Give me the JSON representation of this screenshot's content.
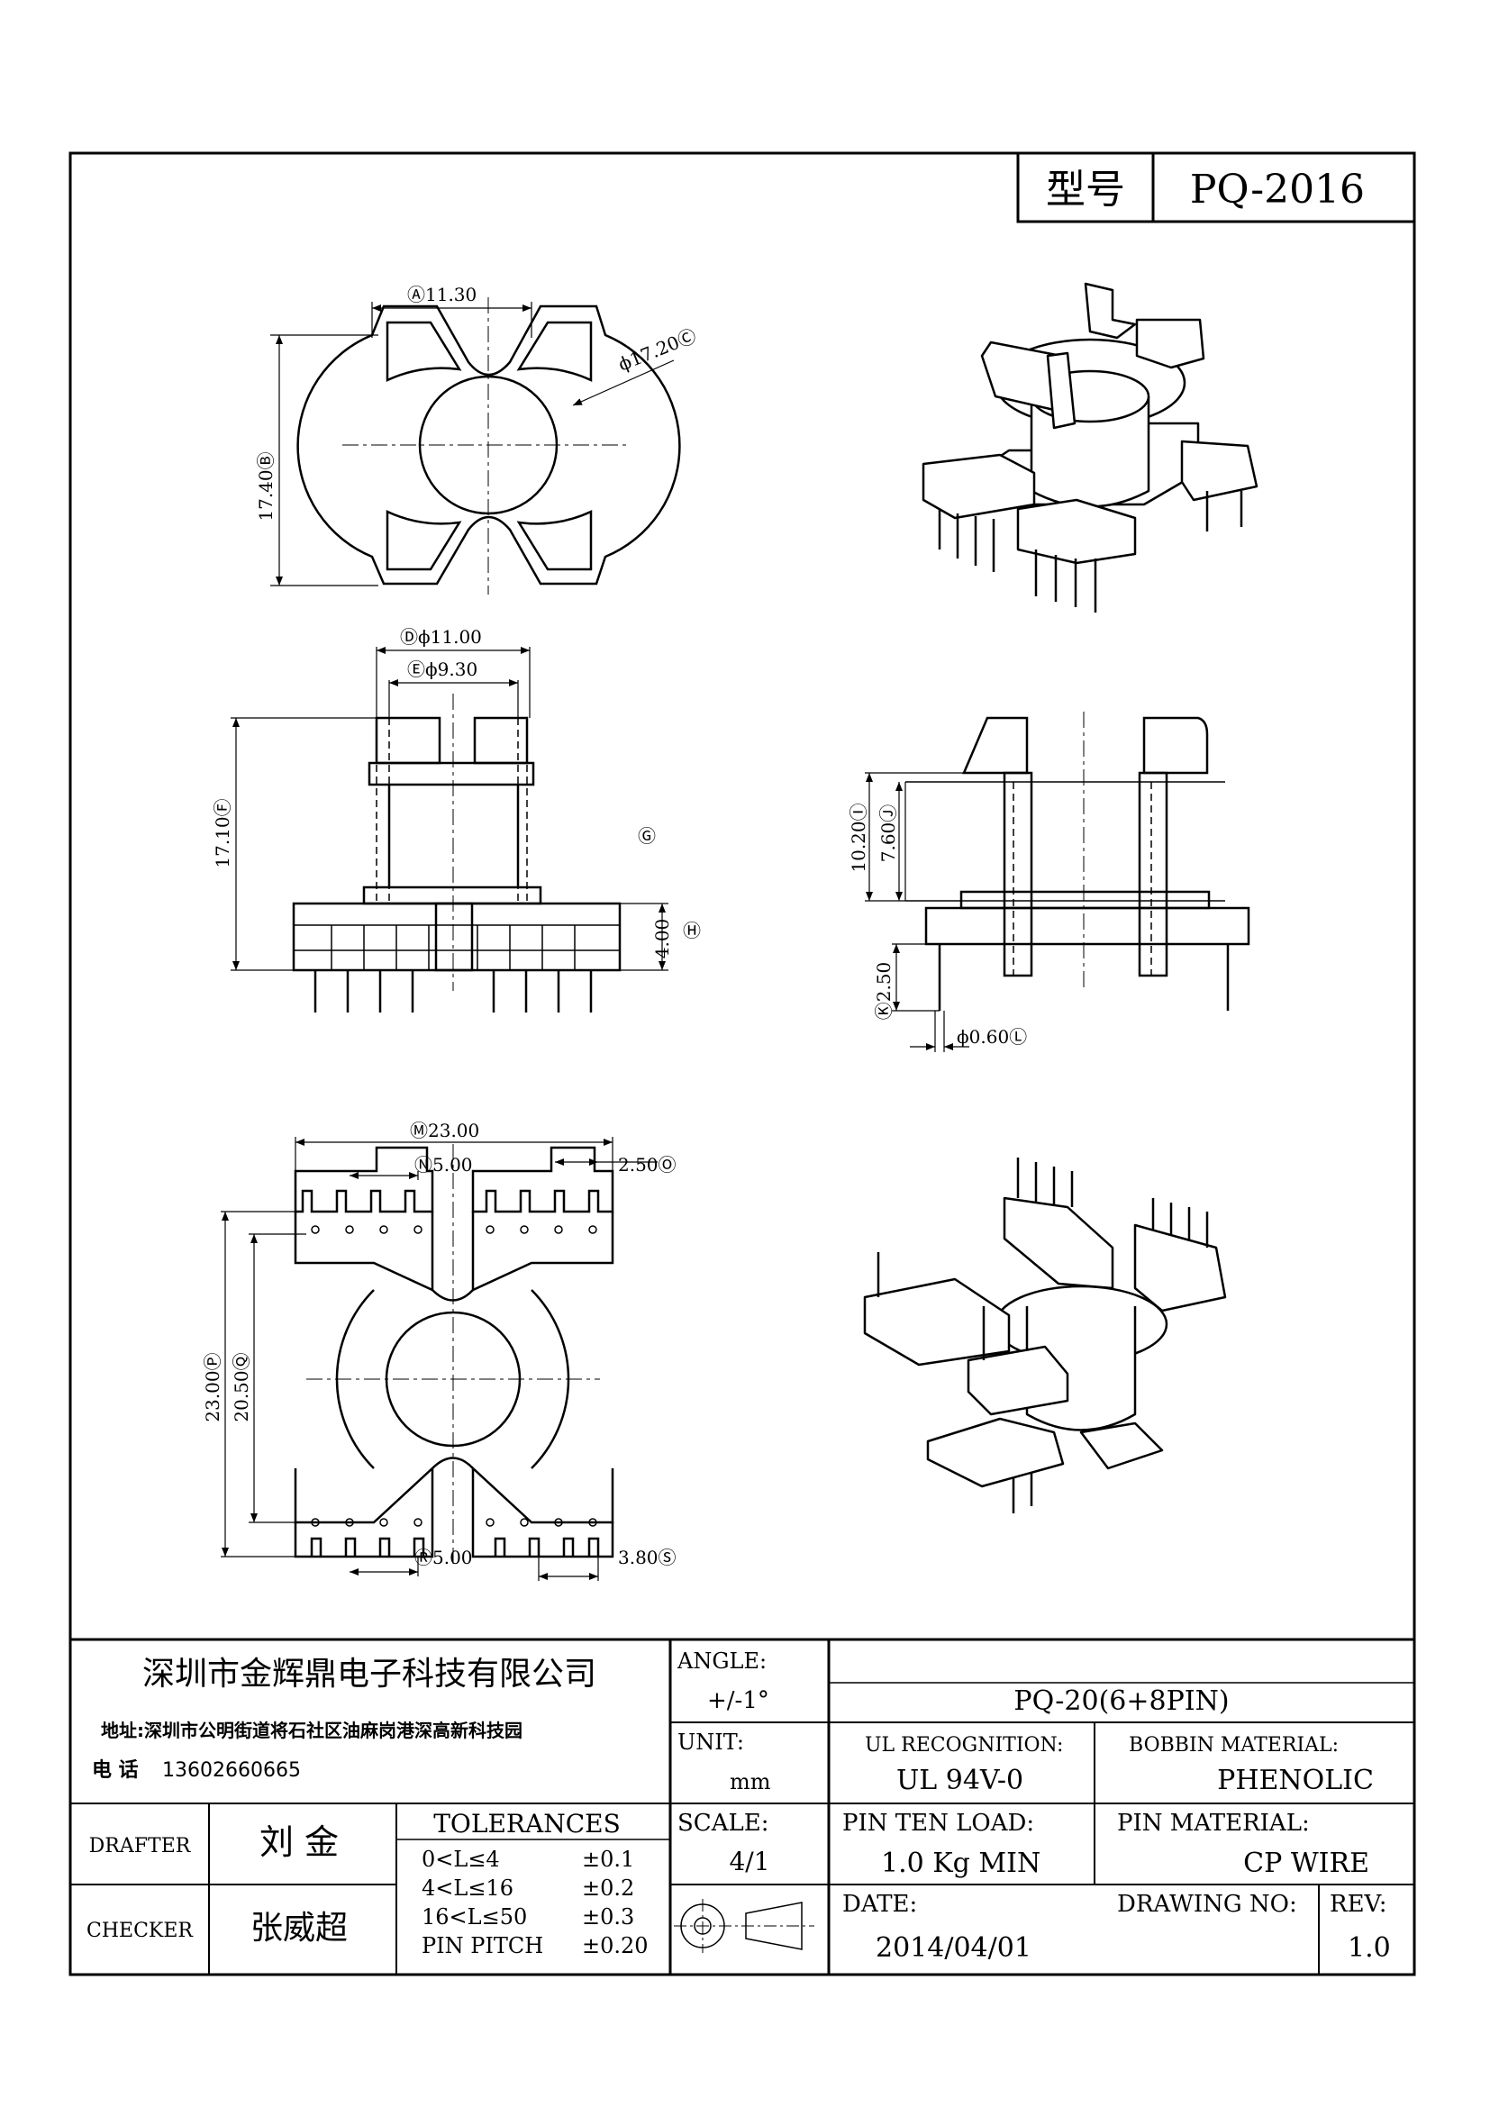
{
  "header": {
    "model_label": "型号",
    "model_value": "PQ-2016"
  },
  "dimensions": {
    "A": "11.30",
    "B": "17.40",
    "C": "17.20",
    "D": "11.00",
    "E": "9.30",
    "F": "17.10",
    "H": "4.00",
    "I": "10.20",
    "J": "7.60",
    "K": "2.50",
    "L": "0.60",
    "M": "23.00",
    "N": "5.00",
    "O": "2.50",
    "P": "23.00",
    "Q": "20.50",
    "R": "5.00",
    "S": "3.80"
  },
  "title_block": {
    "company": "深圳市金辉鼎电子科技有限公司",
    "address": "地址:深圳市公明街道将石社区油麻岗港深高新科技园",
    "phone_label": "电 话",
    "phone": "13602660665",
    "angle_label": "ANGLE:",
    "angle_value": "+/-1°",
    "product_name": "PQ-20(6+8PIN)",
    "unit_label": "UNIT:",
    "unit_value": "mm",
    "ul_label": "UL RECOGNITION:",
    "ul_value": "UL 94V-0",
    "bobbin_label": "BOBBIN MATERIAL:",
    "bobbin_value": "PHENOLIC",
    "drafter_label": "DRAFTER",
    "drafter_value": "刘 金",
    "checker_label": "CHECKER",
    "checker_value": "张威超",
    "tolerances_label": "TOLERANCES",
    "tolerances": [
      {
        "range": "0<L≤4",
        "value": "±0.1"
      },
      {
        "range": "4<L≤16",
        "value": "±0.2"
      },
      {
        "range": "16<L≤50",
        "value": "±0.3"
      },
      {
        "range": "PIN PITCH",
        "value": "±0.20"
      }
    ],
    "scale_label": "SCALE:",
    "scale_value": "4/1",
    "pin_load_label": "PIN TEN LOAD:",
    "pin_load_value": "1.0 Kg MIN",
    "pin_material_label": "PIN MATERIAL:",
    "pin_material_value": "CP WIRE",
    "date_label": "DATE:",
    "date_value": "2014/04/01",
    "drawing_no_label": "DRAWING NO:",
    "rev_label": "REV:",
    "rev_value": "1.0"
  }
}
